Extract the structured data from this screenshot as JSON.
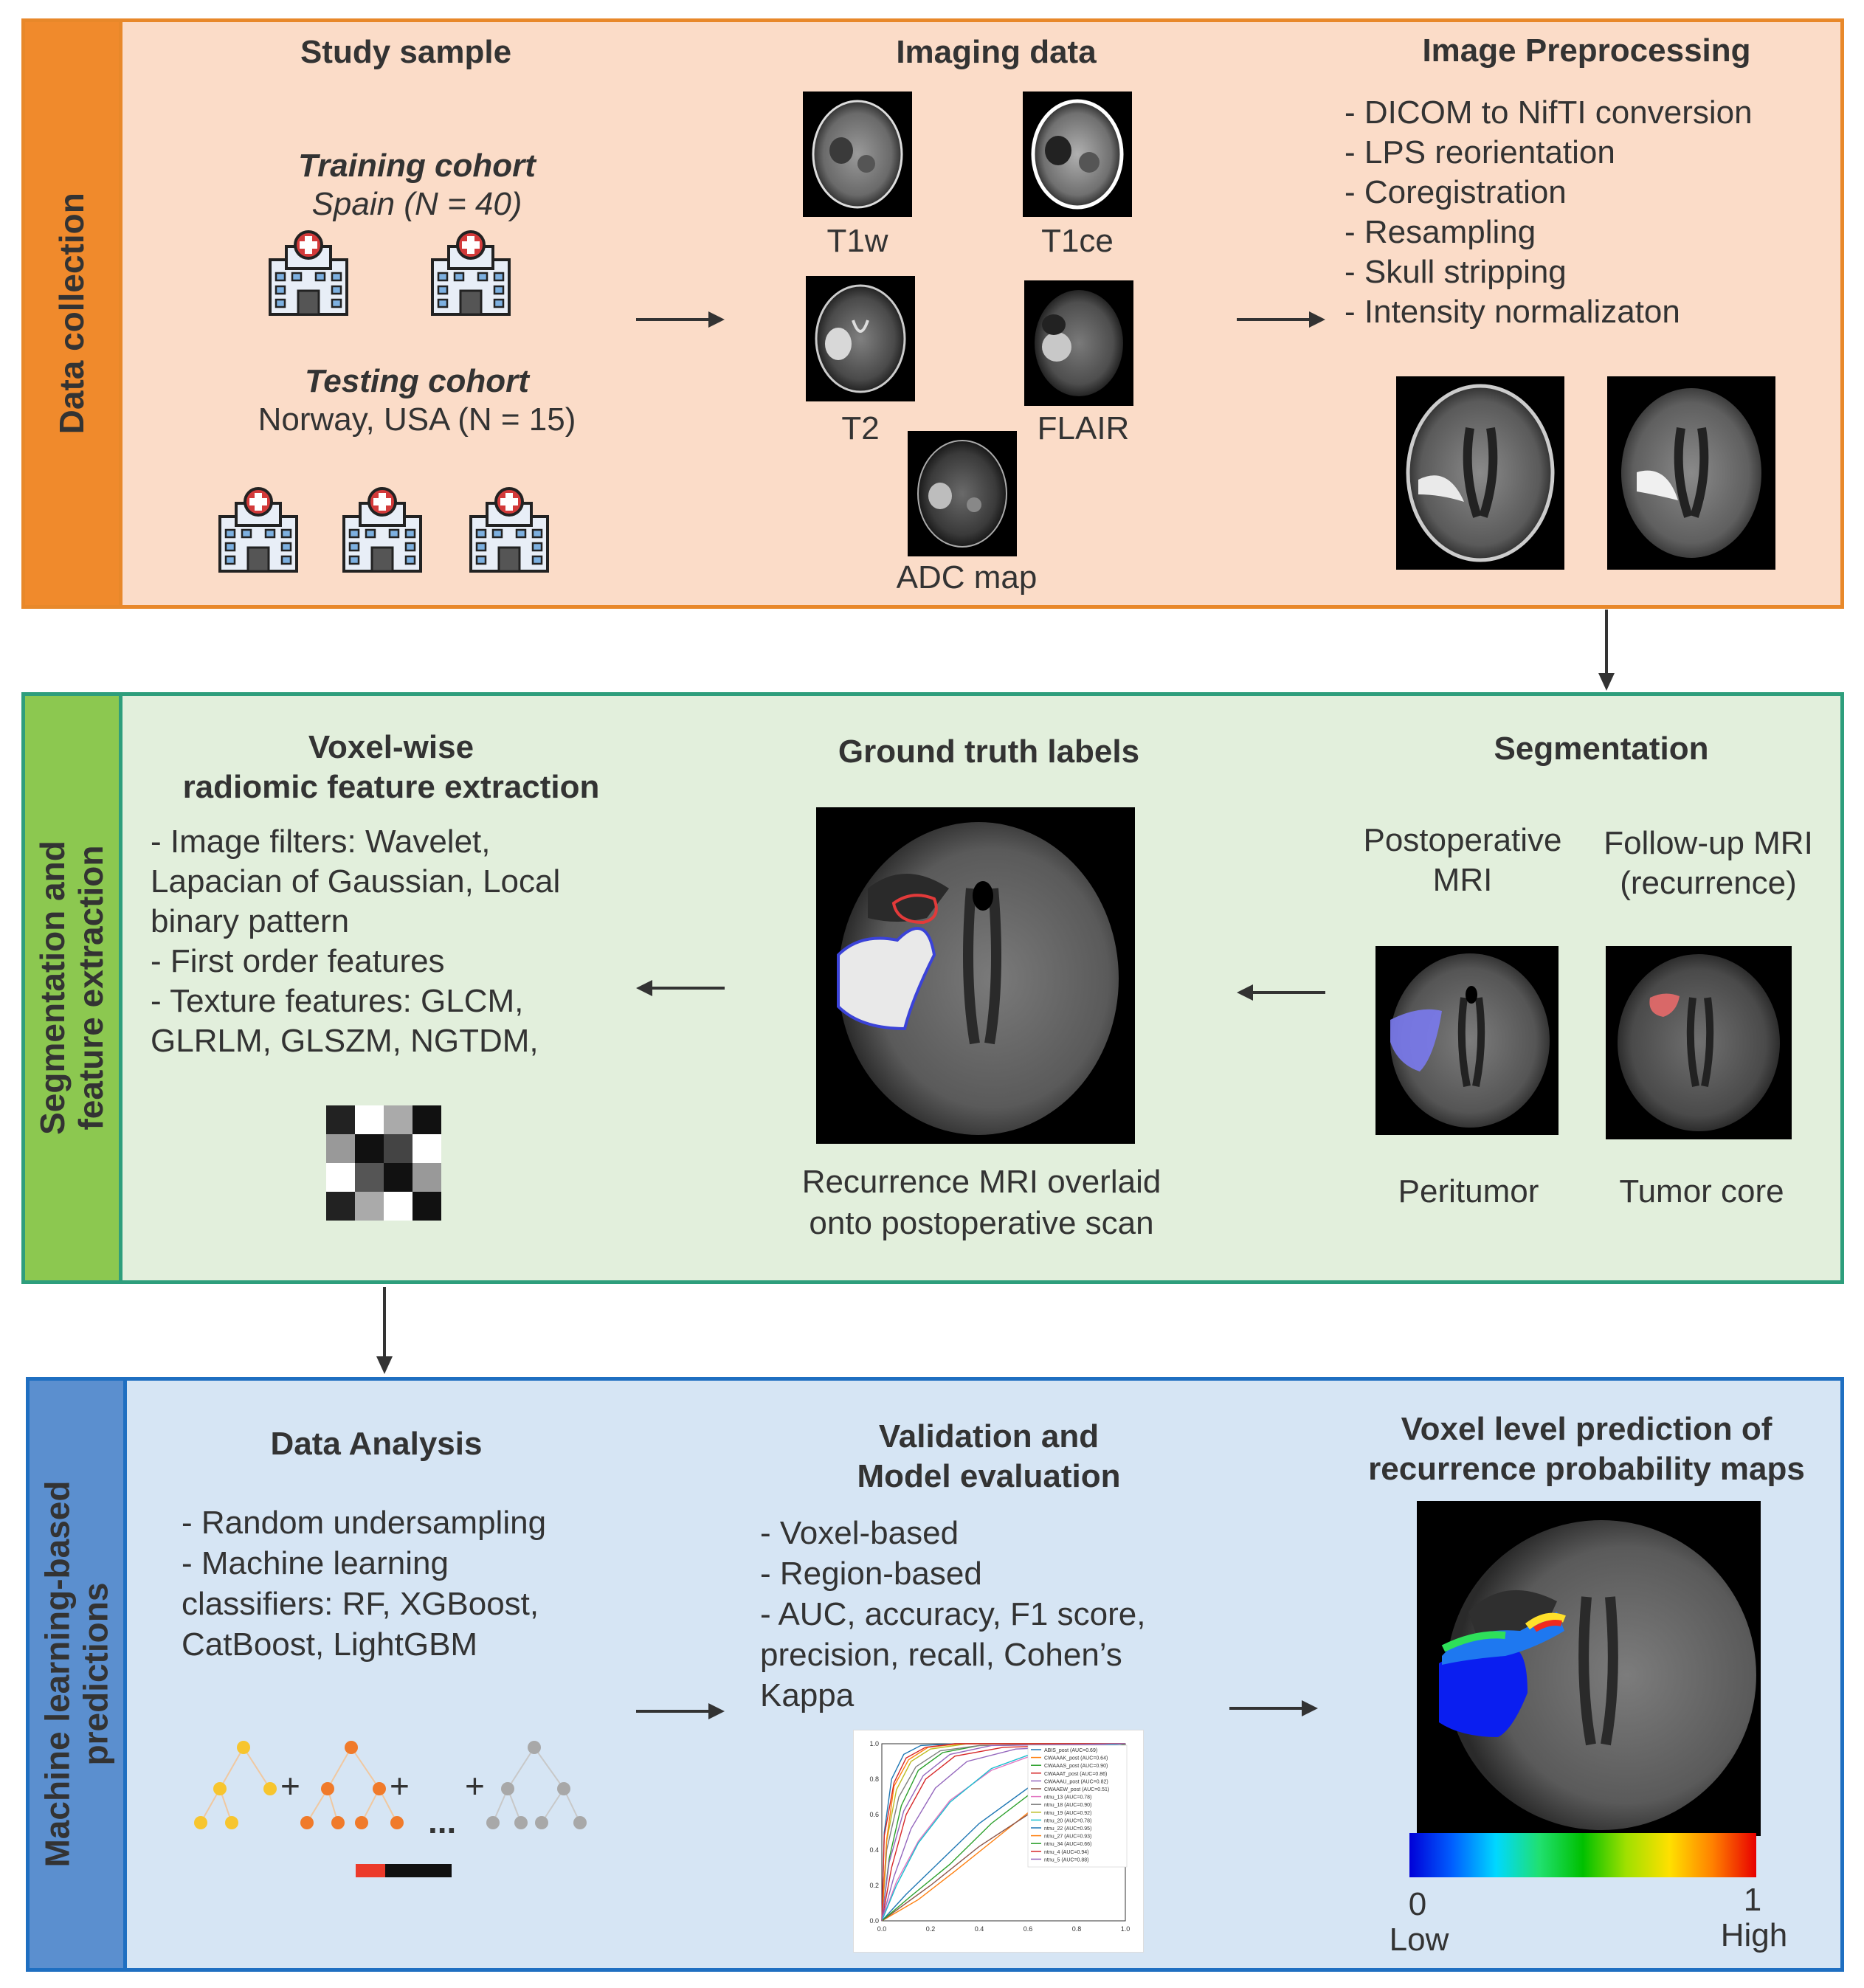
{
  "panels": {
    "data_collection": {
      "sidebar_label": "Data collection",
      "colors": {
        "border": "#e8882a",
        "sidebar": "#f08a2c",
        "fill": "#fbdcc8"
      },
      "study_sample": {
        "heading": "Study sample",
        "training_title": "Training cohort",
        "training_sub": "Spain (N = 40)",
        "testing_title": "Testing cohort",
        "testing_sub": "Norway, USA (N = 15)"
      },
      "imaging_data": {
        "heading": "Imaging data",
        "labels": [
          "T1w",
          "T1ce",
          "T2",
          "FLAIR",
          "ADC map"
        ]
      },
      "preprocessing": {
        "heading": "Image Preprocessing",
        "steps": [
          "- DICOM to NifTI conversion",
          "- LPS reorientation",
          "- Coregistration",
          "- Resampling",
          "- Skull stripping",
          "- Intensity normalizaton"
        ]
      }
    },
    "segmentation": {
      "sidebar_label_line1": "Segmentation and",
      "sidebar_label_line2": "feature extraction",
      "colors": {
        "border": "#2e9e7c",
        "sidebar": "#8cc850",
        "fill": "#e2efdc"
      },
      "voxel": {
        "heading_line1": "Voxel-wise",
        "heading_line2": "radiomic feature extraction",
        "lines": [
          "- Image filters: Wavelet,",
          "Lapacian of Gaussian, Local",
          "binary pattern",
          "- First order features",
          "- Texture features: GLCM,",
          "GLRLM, GLSZM, NGTDM,"
        ]
      },
      "ground_truth": {
        "heading": "Ground truth labels",
        "caption_line1": "Recurrence MRI overlaid",
        "caption_line2": "onto postoperative scan"
      },
      "seg": {
        "heading": "Segmentation",
        "postop_line1": "Postoperative",
        "postop_line2": "MRI",
        "followup_line1": "Follow-up MRI",
        "followup_line2": "(recurrence)",
        "peritumor": "Peritumor",
        "tumor_core": "Tumor core"
      }
    },
    "ml": {
      "sidebar_label_line1": "Machine learning-based",
      "sidebar_label_line2": "predictions",
      "colors": {
        "border": "#1f6fc1",
        "sidebar": "#5b8fcf",
        "fill": "#d6e5f4"
      },
      "analysis": {
        "heading": "Data Analysis",
        "lines": [
          "- Random undersampling",
          "- Machine learning",
          "classifiers: RF, XGBoost,",
          "CatBoost, LightGBM"
        ],
        "plus": "+",
        "dots": "..."
      },
      "validation": {
        "heading_line1": "Validation and",
        "heading_line2": "Model evaluation",
        "lines": [
          "- Voxel-based",
          "- Region-based",
          "- AUC, accuracy, F1 score,",
          "precision, recall, Cohen’s",
          "Kappa"
        ]
      },
      "prediction": {
        "heading_line1": "Voxel level prediction of",
        "heading_line2": "recurrence probability maps",
        "scale_min": "0",
        "scale_max": "1",
        "scale_low": "Low",
        "scale_high": "High"
      }
    }
  },
  "chart_data": {
    "type": "line",
    "xlim": [
      0,
      1.0
    ],
    "ylim": [
      0,
      1.0
    ],
    "x_ticks": [
      "0.0",
      "0.2",
      "0.4",
      "0.6",
      "0.8",
      "1.0"
    ],
    "y_ticks": [
      "0.0",
      "0.2",
      "0.4",
      "0.6",
      "0.8",
      "1.0"
    ],
    "legend_position": "top-right",
    "series": [
      {
        "name": "ABIS_post (AUC=0.69)",
        "color": "#1f77b4",
        "x": [
          0,
          0.1,
          0.25,
          0.4,
          0.6,
          0.8,
          1.0
        ],
        "y": [
          0,
          0.15,
          0.35,
          0.55,
          0.75,
          0.9,
          1.0
        ]
      },
      {
        "name": "CWAAAK_post (AUC=0.64)",
        "color": "#ff7f0e",
        "x": [
          0,
          0.15,
          0.3,
          0.5,
          0.7,
          0.85,
          1.0
        ],
        "y": [
          0,
          0.12,
          0.28,
          0.5,
          0.72,
          0.88,
          1.0
        ]
      },
      {
        "name": "CWAAAS_post (AUC=0.90)",
        "color": "#2ca02c",
        "x": [
          0,
          0.03,
          0.08,
          0.15,
          0.25,
          0.4,
          1.0
        ],
        "y": [
          0,
          0.35,
          0.65,
          0.85,
          0.95,
          0.99,
          1.0
        ]
      },
      {
        "name": "CWAAAT_post (AUC=0.86)",
        "color": "#d62728",
        "x": [
          0,
          0.04,
          0.1,
          0.18,
          0.3,
          0.5,
          1.0
        ],
        "y": [
          0,
          0.3,
          0.6,
          0.8,
          0.93,
          0.98,
          1.0
        ]
      },
      {
        "name": "CWAAAU_post (AUC=0.82)",
        "color": "#9467bd",
        "x": [
          0,
          0.05,
          0.12,
          0.22,
          0.35,
          0.55,
          1.0
        ],
        "y": [
          0,
          0.25,
          0.52,
          0.75,
          0.9,
          0.97,
          1.0
        ]
      },
      {
        "name": "CWAAEW_post (AUC=0.51)",
        "color": "#8c564b",
        "x": [
          0,
          0.2,
          0.4,
          0.6,
          0.8,
          1.0
        ],
        "y": [
          0,
          0.2,
          0.42,
          0.6,
          0.8,
          1.0
        ]
      },
      {
        "name": "ntnu_13 (AUC=0.78)",
        "color": "#e377c2",
        "x": [
          0,
          0.06,
          0.15,
          0.28,
          0.45,
          0.65,
          1.0
        ],
        "y": [
          0,
          0.22,
          0.45,
          0.68,
          0.85,
          0.95,
          1.0
        ]
      },
      {
        "name": "ntnu_18 (AUC=0.90)",
        "color": "#7f7f7f",
        "x": [
          0,
          0.02,
          0.07,
          0.14,
          0.24,
          0.4,
          1.0
        ],
        "y": [
          0,
          0.4,
          0.7,
          0.87,
          0.96,
          0.99,
          1.0
        ]
      },
      {
        "name": "ntnu_19 (AUC=0.92)",
        "color": "#bcbd22",
        "x": [
          0,
          0.02,
          0.06,
          0.12,
          0.2,
          0.35,
          1.0
        ],
        "y": [
          0,
          0.45,
          0.74,
          0.9,
          0.97,
          1.0,
          1.0
        ]
      },
      {
        "name": "ntnu_20 (AUC=0.78)",
        "color": "#17becf",
        "x": [
          0,
          0.06,
          0.15,
          0.28,
          0.45,
          0.65,
          1.0
        ],
        "y": [
          0,
          0.2,
          0.44,
          0.67,
          0.86,
          0.96,
          1.0
        ]
      },
      {
        "name": "ntnu_22 (AUC=0.95)",
        "color": "#1f77b4",
        "x": [
          0,
          0.01,
          0.04,
          0.09,
          0.16,
          0.3,
          1.0
        ],
        "y": [
          0,
          0.5,
          0.8,
          0.94,
          0.99,
          1.0,
          1.0
        ]
      },
      {
        "name": "ntnu_27 (AUC=0.93)",
        "color": "#ff7f0e",
        "x": [
          0,
          0.02,
          0.05,
          0.11,
          0.19,
          0.32,
          1.0
        ],
        "y": [
          0,
          0.46,
          0.76,
          0.91,
          0.98,
          1.0,
          1.0
        ]
      },
      {
        "name": "ntnu_34 (AUC=0.66)",
        "color": "#2ca02c",
        "x": [
          0,
          0.12,
          0.28,
          0.45,
          0.65,
          0.85,
          1.0
        ],
        "y": [
          0,
          0.14,
          0.32,
          0.55,
          0.76,
          0.92,
          1.0
        ]
      },
      {
        "name": "ntnu_4 (AUC=0.94)",
        "color": "#d62728",
        "x": [
          0,
          0.01,
          0.05,
          0.1,
          0.18,
          0.3,
          1.0
        ],
        "y": [
          0,
          0.48,
          0.78,
          0.92,
          0.98,
          1.0,
          1.0
        ]
      },
      {
        "name": "ntnu_5 (AUC=0.88)",
        "color": "#9467bd",
        "x": [
          0,
          0.03,
          0.09,
          0.17,
          0.28,
          0.45,
          1.0
        ],
        "y": [
          0,
          0.33,
          0.62,
          0.82,
          0.94,
          0.99,
          1.0
        ]
      }
    ]
  }
}
